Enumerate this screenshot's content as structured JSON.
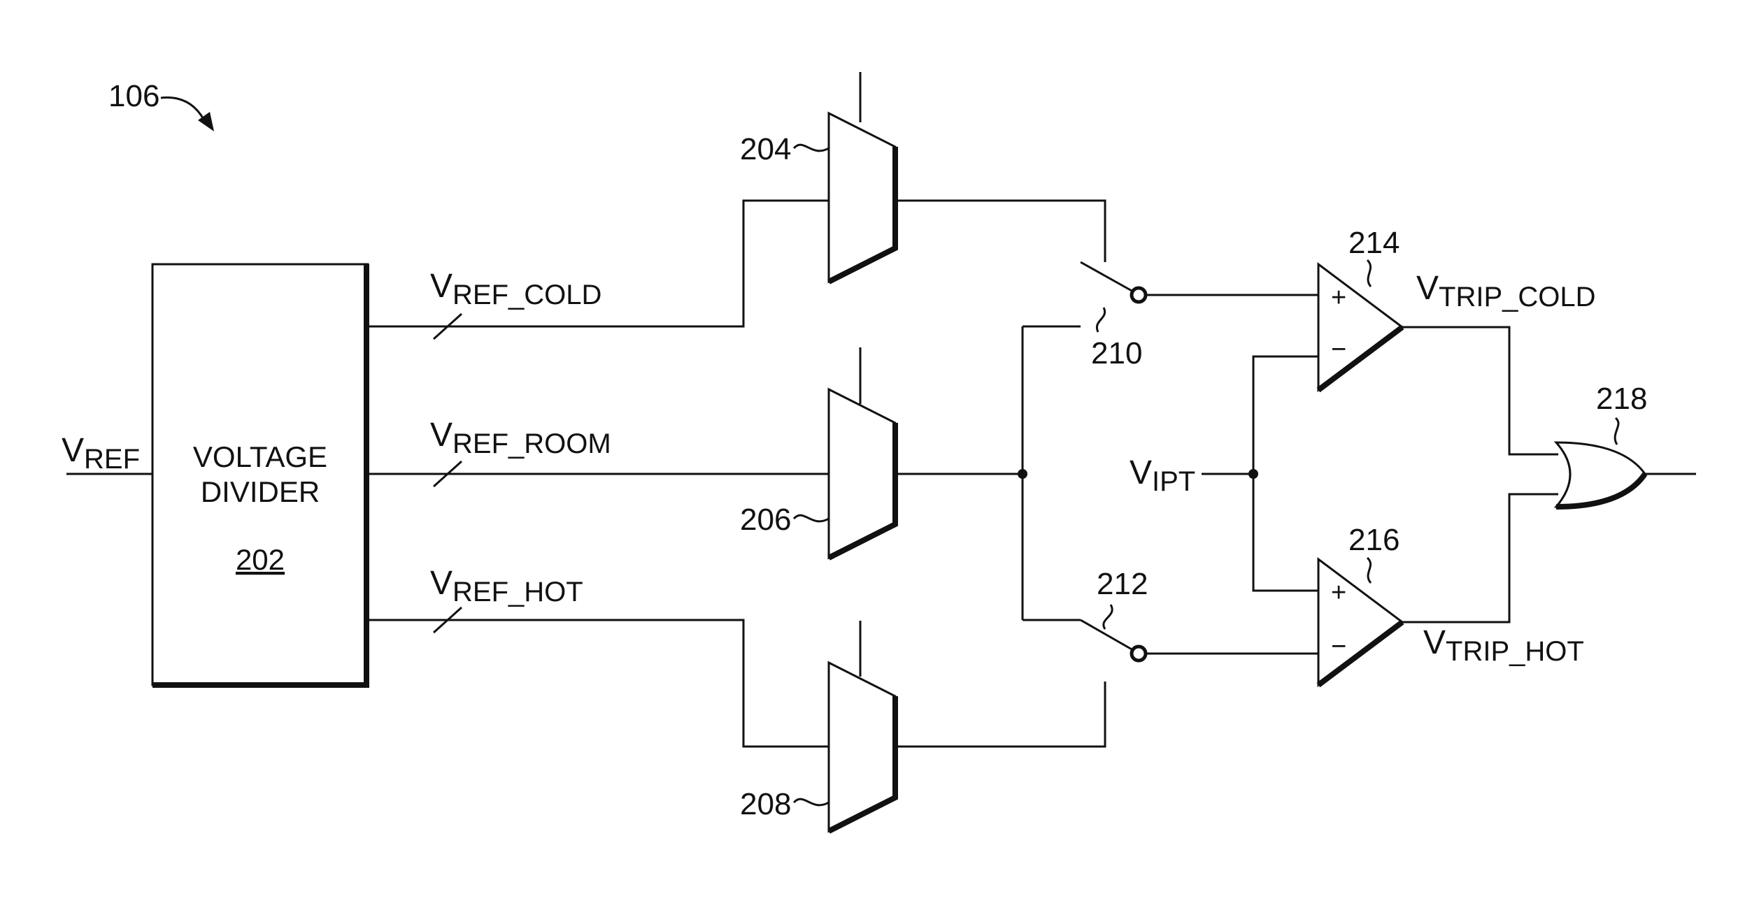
{
  "figure_ref": "106",
  "voltage_divider": {
    "line1": "VOLTAGE",
    "line2": "DIVIDER",
    "ref": "202"
  },
  "input": {
    "main": "V",
    "sub": "REF"
  },
  "signals": {
    "ref_cold": {
      "main": "V",
      "sub": "REF_COLD"
    },
    "ref_room": {
      "main": "V",
      "sub": "REF_ROOM"
    },
    "ref_hot": {
      "main": "V",
      "sub": "REF_HOT"
    },
    "ipt": {
      "main": "V",
      "sub": "IPT"
    },
    "trip_cold": {
      "main": "V",
      "sub": "TRIP_COLD"
    },
    "trip_hot": {
      "main": "V",
      "sub": "TRIP_HOT"
    }
  },
  "components": {
    "mux_top": "204",
    "mux_mid": "206",
    "mux_bot": "208",
    "switch_top": "210",
    "switch_bot": "212",
    "comp_top": "214",
    "comp_bot": "216",
    "or_gate": "218"
  },
  "symbols": {
    "plus": "+",
    "minus": "−"
  }
}
